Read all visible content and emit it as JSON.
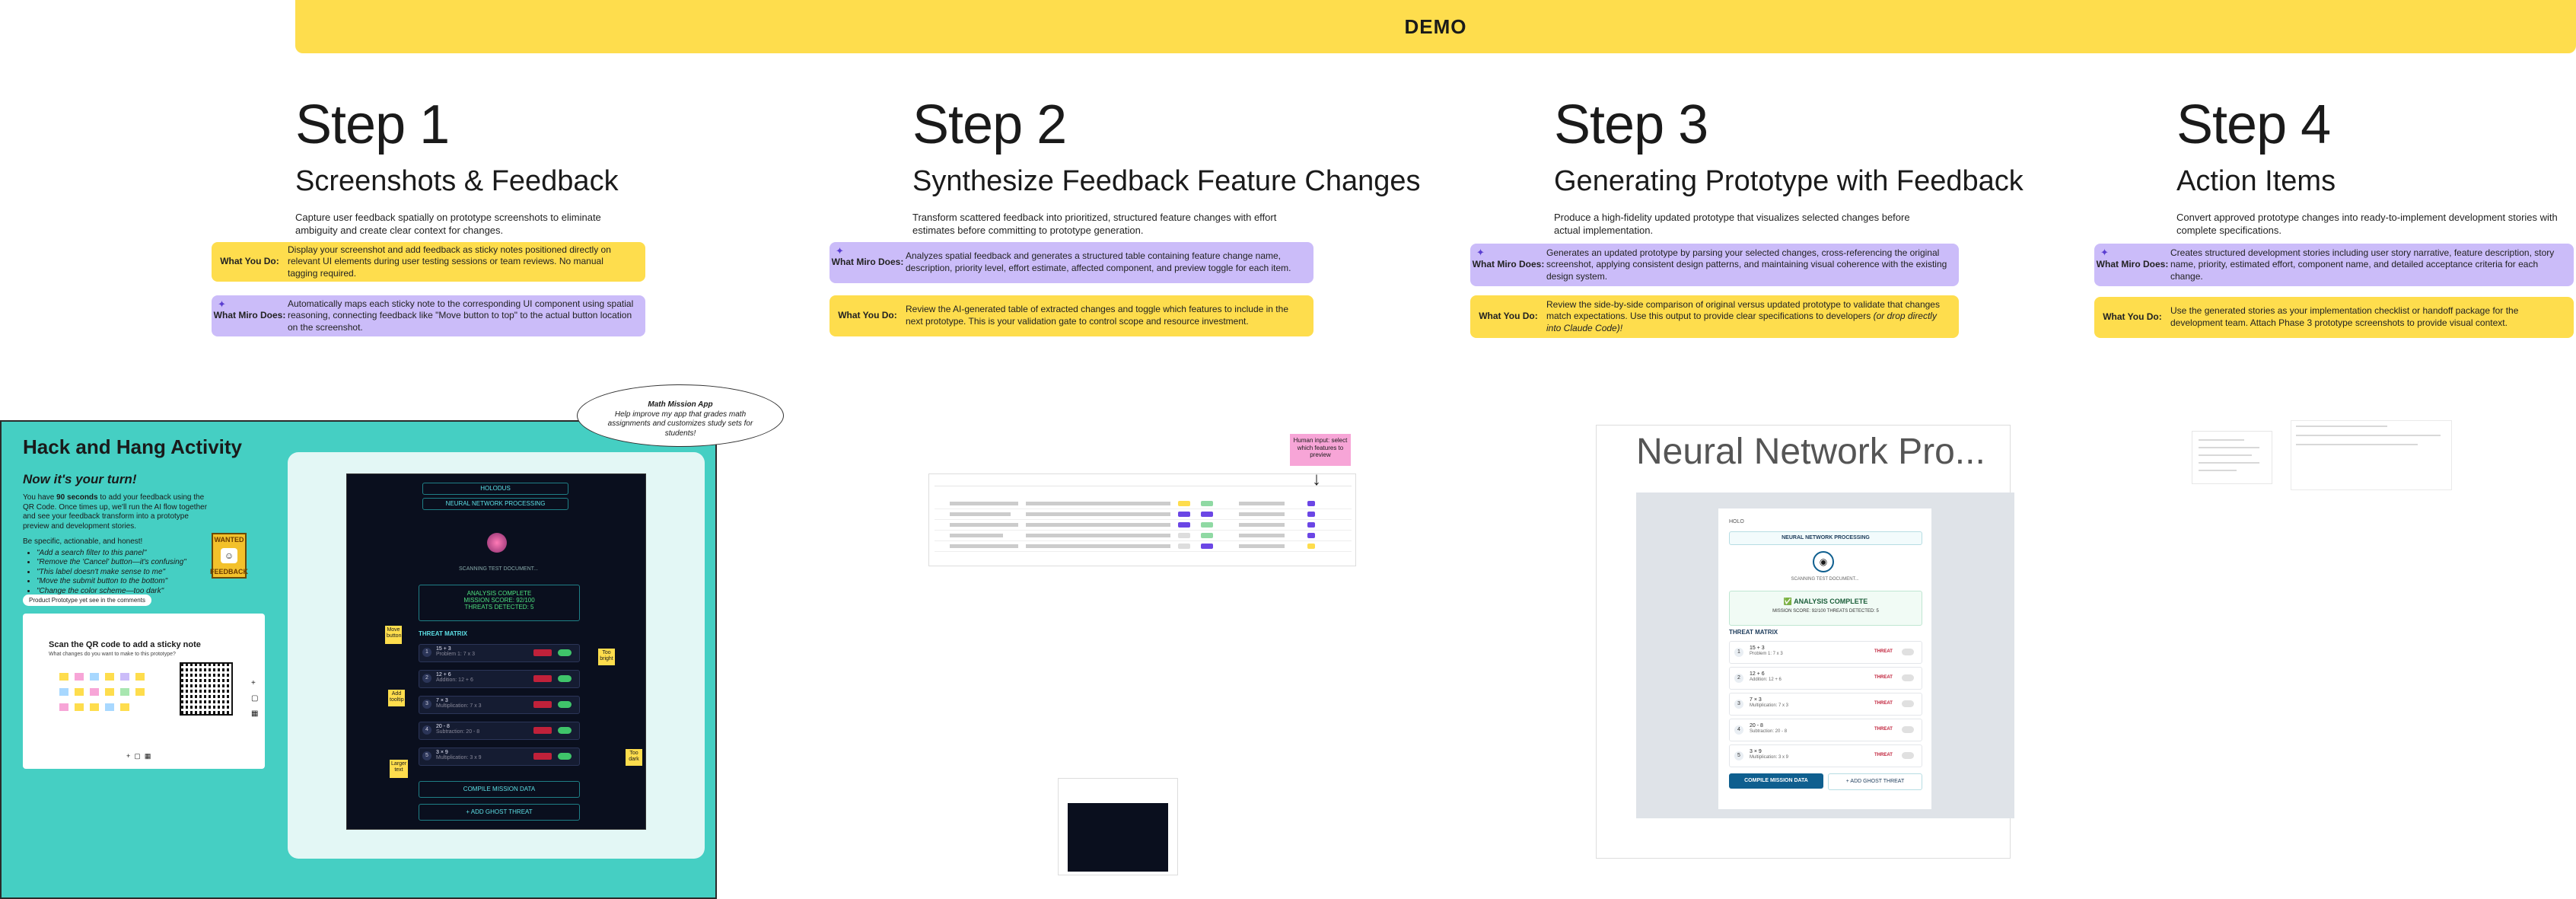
{
  "banner": {
    "label": "DEMO"
  },
  "steps": [
    {
      "heading": "Step 1",
      "title": "Screenshots & Feedback",
      "description": "Capture user feedback spatially on prototype screenshots to eliminate ambiguity and create clear context for changes.",
      "cards": [
        {
          "label": "What You Do:",
          "text": "Display your screenshot and add feedback as sticky notes positioned directly on relevant UI elements during user testing sessions or team reviews. No manual tagging required.",
          "color": "#fedd4d"
        },
        {
          "label": "What Miro Does:",
          "text": "Automatically maps each sticky note to the corresponding UI component using spatial reasoning, connecting feedback like \"Move button to top\" to the actual button location on the screenshot.",
          "color": "#cbbcf9"
        }
      ]
    },
    {
      "heading": "Step 2",
      "title": "Synthesize Feedback Feature Changes",
      "description": "Transform scattered feedback into prioritized, structured feature changes with effort estimates before committing to prototype generation.",
      "cards": [
        {
          "label": "What Miro Does:",
          "text": "Analyzes spatial feedback and generates a structured table containing feature change name, description, priority level, effort estimate, affected component, and preview toggle for each item.",
          "color": "#cbbcf9"
        },
        {
          "label": "What You Do:",
          "text": "Review the AI-generated table of extracted changes and toggle which features to include in the next prototype. This is your validation gate to control scope and resource investment.",
          "color": "#fedd4d"
        }
      ]
    },
    {
      "heading": "Step 3",
      "title": "Generating Prototype with Feedback",
      "description": "Produce a high-fidelity updated prototype that visualizes selected changes before actual implementation.",
      "cards": [
        {
          "label": "What Miro Does:",
          "text": "Generates an updated prototype by parsing your selected changes, cross-referencing the original screenshot, applying consistent design patterns, and maintaining visual coherence with the existing design system.",
          "color": "#cbbcf9"
        },
        {
          "label": "What You Do:",
          "text": "Review the side-by-side comparison of original versus updated prototype to validate that changes match expectations. Use this output to provide clear specifications to developers",
          "italic": "(or drop directly into Claude Code)!",
          "color": "#fedd4d"
        }
      ]
    },
    {
      "heading": "Step 4",
      "title": "Action Items",
      "description": "Convert approved prototype changes into ready-to-implement development stories with complete specifications.",
      "cards": [
        {
          "label": "What Miro Does:",
          "text": "Creates structured development stories including user story narrative, feature description, story name, priority, estimated effort, component name, and detailed acceptance criteria for each change.",
          "color": "#cbbcf9"
        },
        {
          "label": "What You Do:",
          "text": "Use the generated stories as your implementation checklist or handoff package for the development team. Attach Phase 3 prototype screenshots to provide visual context.",
          "color": "#fedd4d"
        }
      ]
    }
  ],
  "activity": {
    "title": "Hack and Hang Activity",
    "subtitle": "Now it's your turn!",
    "intro_pre": "You have ",
    "intro_bold": "90 seconds",
    "intro_post": " to add your feedback using the QR Code. Once times up, we'll run the AI flow together and see your feedback transform into a prototype preview and development stories.",
    "tips_heading": "Be specific, actionable, and honest!",
    "tips": [
      "\"Add a search filter to this panel\"",
      "\"Remove the 'Cancel' button—it's confusing\"",
      "\"This label doesn't make sense to me\"",
      "\"Move the submit button to the bottom\"",
      "\"Change the color scheme—too dark\""
    ],
    "wanted_top": "WANTED",
    "wanted_bottom": "FEEDBACK",
    "pill": "Product Prototype yet see in the comments",
    "qr_title": "Scan the QR code to add a sticky note",
    "qr_subtitle": "What changes do you want to make to this prototype?",
    "speech_title": "Math Mission App",
    "speech_text": "Help improve my app that grades math assignments and customizes study sets for students!"
  },
  "prototype": {
    "top_bar": "HOLODUS",
    "header": "NEURAL NETWORK PROCESSING",
    "scanning": "SCANNING TEST DOCUMENT...",
    "analysis_title": "ANALYSIS COMPLETE",
    "analysis_score": "MISSION SCORE: 92/100",
    "analysis_threats": "THREATS DETECTED: 5",
    "threat_heading": "THREAT MATRIX",
    "rows": [
      {
        "n": "1",
        "eq": "15 + 3",
        "sub": "Problem 1: 7 x 3"
      },
      {
        "n": "2",
        "eq": "12 + 6",
        "sub": "Addition: 12 + 6"
      },
      {
        "n": "3",
        "eq": "7 × 3",
        "sub": "Multiplication: 7 x 3"
      },
      {
        "n": "4",
        "eq": "20 - 8",
        "sub": "Subtraction: 20 - 8"
      },
      {
        "n": "5",
        "eq": "3 × 9",
        "sub": "Multiplication: 3 x 9"
      }
    ],
    "threat_label": "THREAT",
    "compile": "COMPILE MISSION DATA",
    "add": "+ ADD GHOST THREAT",
    "stickies": [
      "Move button",
      "Too bright",
      "Add tooltip",
      "Larger text",
      "Too dark"
    ]
  },
  "step2_note": "Human input: select which features to preview",
  "step3_preview": {
    "title": "Neural Network Pro...",
    "app_top": "HOLO",
    "header": "NEURAL NETWORK PROCESSING",
    "scanning": "SCANNING TEST DOCUMENT...",
    "analysis_title": "ANALYSIS COMPLETE",
    "analysis_meta": "MISSION SCORE: 92/100   THREATS DETECTED: 5",
    "threat_heading": "THREAT MATRIX",
    "threat_label": "THREAT",
    "compile": "COMPILE MISSION DATA",
    "add": "+ ADD GHOST THREAT"
  }
}
